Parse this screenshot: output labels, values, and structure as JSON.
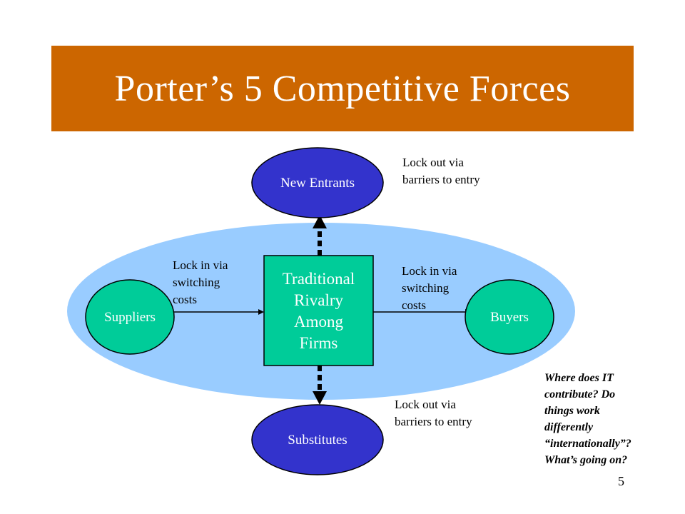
{
  "title": "Porter’s 5 Competitive Forces",
  "nodes": {
    "center": {
      "line1": "Traditional",
      "line2": "Rivalry",
      "line3": "Among",
      "line4": "Firms"
    },
    "new_entrants": "New Entrants",
    "substitutes": "Substitutes",
    "suppliers": "Suppliers",
    "buyers": "Buyers"
  },
  "notes": {
    "top_right": {
      "line1": "Lock out via",
      "line2": "barriers to entry"
    },
    "bottom_right": {
      "line1": "Lock out via",
      "line2": "barriers to entry"
    },
    "left_lockin": {
      "line1": "Lock in via",
      "line2": "switching",
      "line3": "costs"
    },
    "right_lockin": {
      "line1": "Lock in via",
      "line2": "switching",
      "line3": "costs"
    }
  },
  "question": {
    "line1": "Where does IT",
    "line2": "contribute?  Do",
    "line3": "things work",
    "line4": "differently",
    "line5": "“internationally”?",
    "line6": "What’s going on?"
  },
  "page_number": "5",
  "colors": {
    "title_bar": "#cc6600",
    "background_ellipse": "#99ccff",
    "blue_nodes": "#3333cc",
    "green_nodes": "#00cc99",
    "center_box": "#00cc99"
  }
}
